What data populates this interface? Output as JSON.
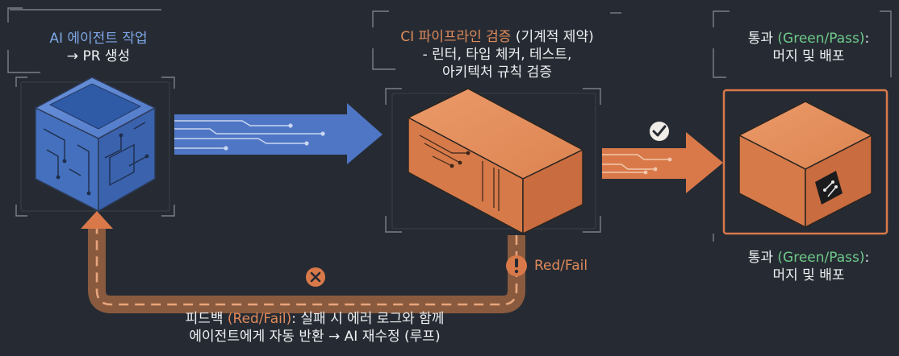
{
  "agent": {
    "title": "AI 에이전트 작업",
    "subtitle": "→ PR 생성"
  },
  "ci": {
    "title_prefix": "CI 파이프라인 검증",
    "title_paren": "(기계적 제약)",
    "line2": "- 린터, 타입 체커, 테스트,",
    "line3": "아키텍처 규칙 검증"
  },
  "pass_top": {
    "prefix": "통과",
    "green": "(Green/Pass)",
    "suffix": ":",
    "line2": "머지 및 배포"
  },
  "pass_bottom": {
    "prefix": "통과",
    "green": "(Green/Pass)",
    "suffix": ":",
    "line2": "머지 및 배포"
  },
  "fail_label": "Red/Fail",
  "feedback": {
    "prefix": "피드백",
    "red": "(Red/Fail)",
    "suffix": ": 실패 시 에러 로그와 함께",
    "line2": "에이전트에게 자동 반환 → AI 재수정 (루프)"
  },
  "colors": {
    "background": "#262b33",
    "blue": "#4f76c4",
    "orange": "#d9794a",
    "green_text": "#6fc98a",
    "bracket": "#8a8f98"
  },
  "icons": {
    "chip": "chip-icon",
    "check": "check-icon",
    "cross": "x-icon",
    "warning": "exclamation-icon",
    "git": "git-branch-icon"
  }
}
